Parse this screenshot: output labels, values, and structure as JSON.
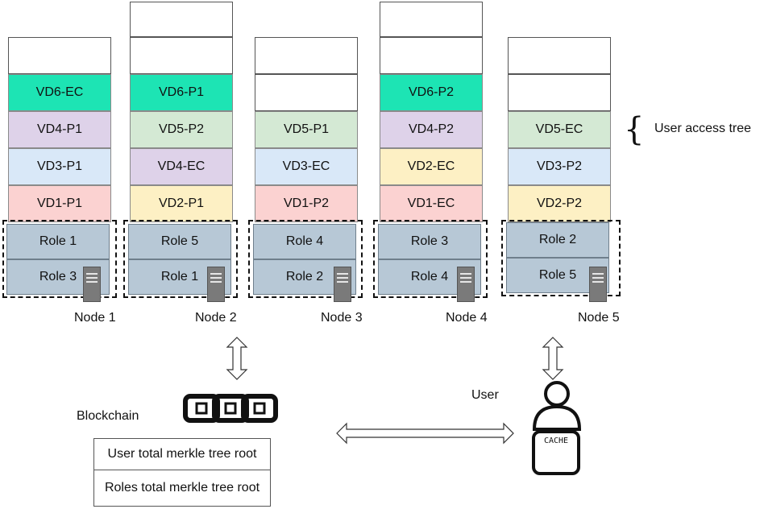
{
  "nodes": [
    {
      "label": "Node 1",
      "stack": [
        "",
        "VD6-EC",
        "VD4-P1",
        "VD3-P1",
        "VD1-P1"
      ],
      "roles": [
        "Role 1",
        "Role 3"
      ]
    },
    {
      "label": "Node 2",
      "stack": [
        "",
        "",
        "VD6-P1",
        "VD5-P2",
        "VD4-EC",
        "VD2-P1"
      ],
      "roles": [
        "Role 5",
        "Role 1"
      ]
    },
    {
      "label": "Node 3",
      "stack": [
        "",
        "",
        "VD5-P1",
        "VD3-EC",
        "VD1-P2"
      ],
      "roles": [
        "Role 4",
        "Role 2"
      ]
    },
    {
      "label": "Node 4",
      "stack": [
        "",
        "",
        "VD6-P2",
        "VD4-P2",
        "VD2-EC",
        "VD1-EC"
      ],
      "roles": [
        "Role 3",
        "Role 4"
      ]
    },
    {
      "label": "Node 5",
      "stack": [
        "",
        "",
        "VD5-EC",
        "VD3-P2",
        "VD2-P2"
      ],
      "roles": [
        "Role 2",
        "Role 5"
      ]
    }
  ],
  "annotations": {
    "user_access_tree": "User access tree",
    "blockchain": "Blockchain",
    "user": "User",
    "cache": "CACHE"
  },
  "merkle_table": {
    "row1": "User total merkle tree root",
    "row2": "Roles total merkle tree root"
  },
  "colors": {
    "ec_teal": "#1de4b4",
    "purple": "#ded2e9",
    "blue": "#d9e8f8",
    "red": "#fbd2d1",
    "green": "#d4e9d4",
    "yellow": "#fdf0c4",
    "role": "#b7c8d6"
  }
}
